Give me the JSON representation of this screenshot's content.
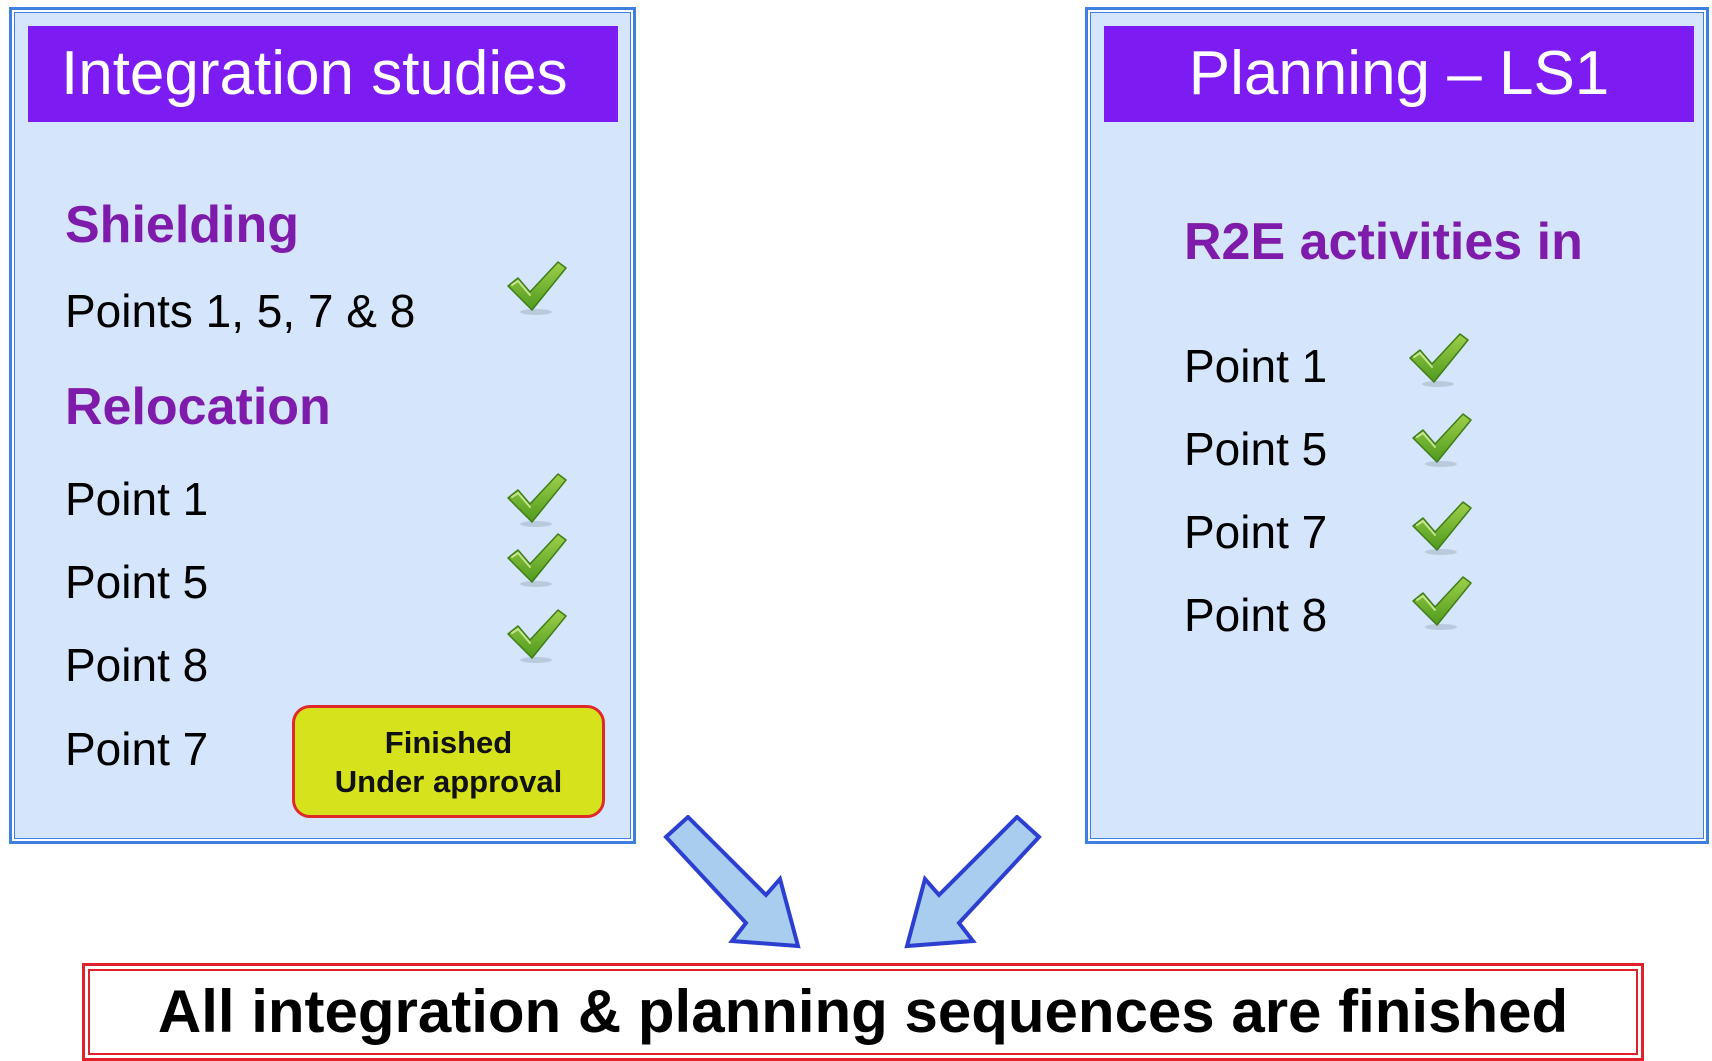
{
  "integration_panel": {
    "title": "Integration studies",
    "shielding": {
      "heading": "Shielding",
      "item": "Points 1, 5, 7 & 8"
    },
    "relocation": {
      "heading": "Relocation",
      "items": [
        "Point 1",
        "Point 5",
        "Point 8",
        "Point 7"
      ]
    },
    "status": {
      "line1": "Finished",
      "line2": "Under approval"
    }
  },
  "planning_panel": {
    "title": "Planning – LS1",
    "heading": "R2E activities in",
    "items": [
      "Point 1",
      "Point 5",
      "Point 7",
      "Point 8"
    ]
  },
  "conclusion": "All integration & planning sequences are finished",
  "colors": {
    "panel_fill": "#d5e5fb",
    "panel_border": "#3d80e0",
    "title_fill": "#7d1cf2",
    "heading_text": "#7f1bab",
    "status_fill": "#d6e21c",
    "status_border": "#e02a2a",
    "conclusion_border": "#e0202a",
    "check_green": "#6ab82a",
    "arrow_fill": "#a9cdef",
    "arrow_stroke": "#2d3fd0"
  },
  "icons": {
    "check": "check-icon",
    "arrow": "arrow-icon"
  }
}
